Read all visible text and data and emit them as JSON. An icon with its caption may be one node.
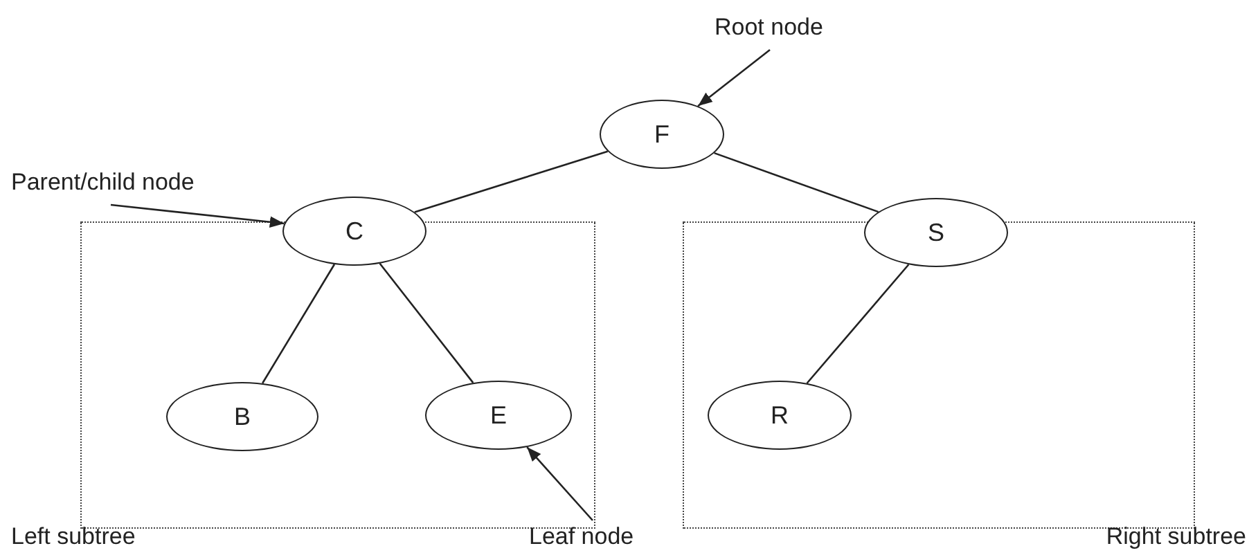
{
  "diagram": {
    "nodes": [
      {
        "text": [
          "Left subtree"
        ]
      },
      {
        "text": [
          "Right subtree"
        ]
      },
      {
        "text": [
          "F"
        ]
      },
      {
        "text": [
          "C"
        ]
      },
      {
        "text": [
          "B"
        ],
        "in": 0
      },
      {
        "text": [
          "E"
        ],
        "in": 0
      },
      {
        "text": [
          "S"
        ]
      },
      {
        "text": [
          "R"
        ],
        "in": 1
      },
      {
        "text": [
          "Root node"
        ]
      },
      {
        "text": [
          "Parent/child node"
        ]
      },
      {
        "text": [
          "Leaf node"
        ]
      }
    ],
    "edges": [
      {
        "from": 2,
        "to": 3,
        "arrow": "none"
      },
      {
        "from": 2,
        "to": 6,
        "arrow": "none"
      },
      {
        "from": 3,
        "to": 4,
        "arrow": "none"
      },
      {
        "from": 3,
        "to": 5,
        "arrow": "none"
      },
      {
        "from": 6,
        "to": 7,
        "arrow": "none"
      },
      {
        "from": 8,
        "to": 2,
        "arrow": "to"
      },
      {
        "from": 9,
        "to": 3,
        "arrow": "to"
      },
      {
        "from": 10,
        "to": 5,
        "arrow": "to"
      }
    ]
  }
}
